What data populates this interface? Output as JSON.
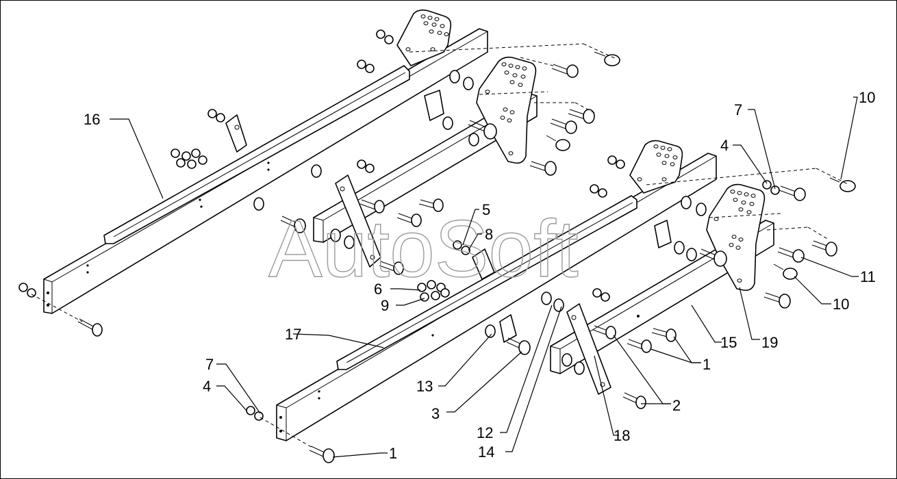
{
  "watermark": "AutoSoft",
  "callouts": {
    "c16": "16",
    "c17": "17",
    "c15": "15",
    "c19": "19",
    "c18": "18",
    "c1a": "1",
    "c1b": "1",
    "c2": "2",
    "c3": "3",
    "c4a": "4",
    "c4b": "4",
    "c5": "5",
    "c6": "6",
    "c7a": "7",
    "c7b": "7",
    "c8": "8",
    "c9": "9",
    "c10a": "10",
    "c10b": "10",
    "c11": "11",
    "c12": "12",
    "c13": "13",
    "c14": "14"
  }
}
